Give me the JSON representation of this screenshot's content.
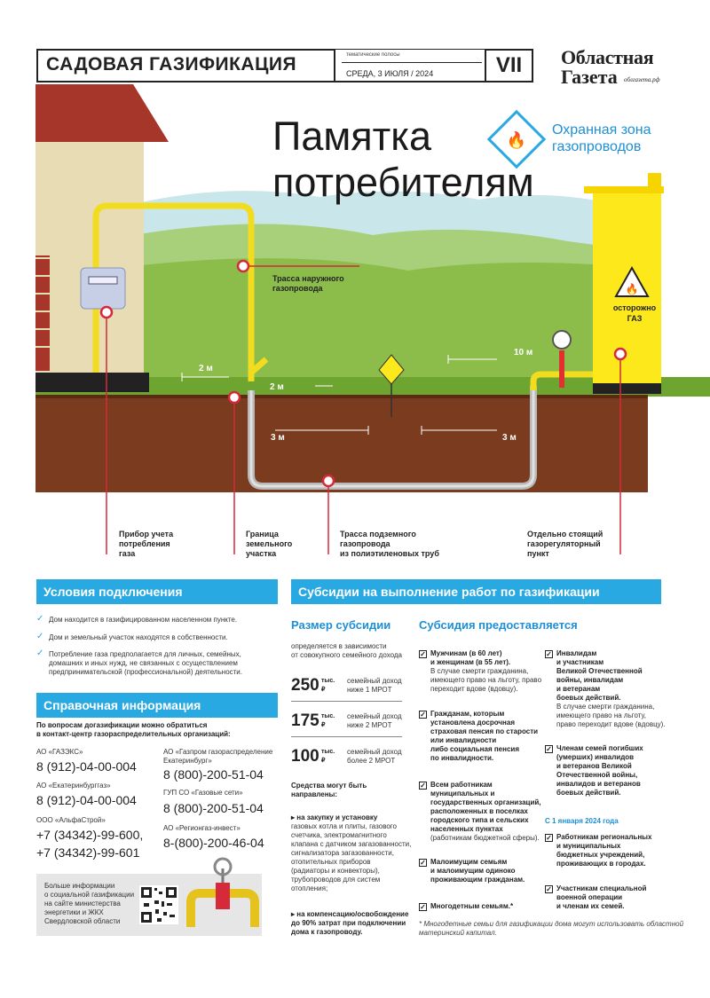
{
  "header": {
    "section_title": "САДОВАЯ ГАЗИФИКАЦИЯ",
    "rubric": "тематические полосы",
    "date": "СРЕДА, 3 ИЮЛЯ / 2024",
    "page_number": "VII",
    "logo_line1": "Областная",
    "logo_line2": "Газета",
    "logo_site": "облгазета.рф"
  },
  "illustration": {
    "title_line1": "Памятка",
    "title_line2": "потребителям",
    "zone_line1": "Охранная зона",
    "zone_line2": "газопроводов",
    "caution_line1": "осторожно",
    "caution_line2": "ГАЗ",
    "distances": {
      "d1": "2 м",
      "d2": "2 м",
      "d3": "3 м",
      "d4": "3 м",
      "d5": "10 м"
    },
    "labels": {
      "outer_route_1": "Трасса наружного",
      "outer_route_2": "газопровода",
      "meter_1": "Прибор учета",
      "meter_2": "потребления",
      "meter_3": "газа",
      "border_1": "Граница",
      "border_2": "земельного",
      "border_3": "участка",
      "under_1": "Трасса подземного",
      "under_2": "газопровода",
      "under_3": "из полиэтиленовых труб",
      "station_1": "Отдельно стоящий",
      "station_2": "газорегуляторный",
      "station_3": "пункт"
    },
    "colors": {
      "pipe": "#f2dc1f",
      "house": "#e8dcb5",
      "roof": "#a6352a",
      "soil": "#7a3b1f",
      "grass": "#6ea531",
      "accent": "#29a9e1"
    }
  },
  "conditions": {
    "title": "Условия подключения",
    "items": [
      "Дом находится в газифицированном населенном пункте.",
      "Дом и земельный участок находятся в собственности.",
      "Потребление газа предполагается для личных, семейных, домашних и иных нужд, не связанных с осуществлением предпринимательской (профессиональной) деятельности."
    ]
  },
  "reference": {
    "title": "Справочная информация",
    "intro_1": "По вопросам догазификации можно обратиться",
    "intro_2": "в контакт-центр газораспределительных организаций:",
    "orgs": [
      {
        "name": "АО «ГАЗЭКС»",
        "phone": "8 (912)-04-00-004"
      },
      {
        "name": "АО «Екатеринбурггаз»",
        "phone": "8 (912)-04-00-004"
      },
      {
        "name": "ООО «АльфаСтрой»",
        "phone": "+7 (34342)-99-600,",
        "phone2": "+7 (34342)-99-601"
      },
      {
        "name": "АО «Газпром газораспределение",
        "name2": "Екатеринбург»",
        "phone": "8 (800)-200-51-04"
      },
      {
        "name": "ГУП СО «Газовые сети»",
        "phone": "8 (800)-200-51-04"
      },
      {
        "name": "АО «Регионгаз-инвест»",
        "phone": "8-(800)-200-46-04"
      }
    ],
    "qr_text": [
      "Больше информации",
      "о социальной газификации",
      "на сайте министерства",
      "энергетики и ЖКХ",
      "Свердловской области"
    ]
  },
  "subsidies": {
    "title": "Субсидии на выполнение работ по газификации",
    "size_title": "Размер субсидии",
    "size_intro_1": "определяется в зависимости",
    "size_intro_2": "от совокупного семейного дохода",
    "tiers": [
      {
        "amount": "250",
        "unit": "тыс.",
        "currency": "₽",
        "desc_1": "семейный доход",
        "desc_2": "ниже 1 МРОТ"
      },
      {
        "amount": "175",
        "unit": "тыс.",
        "currency": "₽",
        "desc_1": "семейный доход",
        "desc_2": "ниже 2 МРОТ"
      },
      {
        "amount": "100",
        "unit": "тыс.",
        "currency": "₽",
        "desc_1": "семейный доход",
        "desc_2": "более 2 МРОТ"
      }
    ],
    "directed_1": "Средства могут быть",
    "directed_2": "направлены:",
    "use_1": [
      "▸ на закупку и установку",
      "газовых котла и плиты, газового",
      "счетчика, электромагнитного",
      "клапана с датчиком загазованности,",
      "сигнализатора загазованности,",
      "отопительных приборов",
      "(радиаторы и конвекторы),",
      "трубопроводов для систем",
      "отопления;"
    ],
    "use_2": [
      "▸ на компенсацию/освобождение",
      "до 90% затрат при подключении",
      "дома к газопроводу."
    ],
    "provided_title": "Субсидия предоставляется",
    "left_col": [
      {
        "bold": [
          "Мужчинам (в 60 лет)",
          "и женщинам (в 55 лет)."
        ],
        "normal": [
          "В случае смерти гражданина,",
          "имеющего право на льготу, право",
          "переходит вдове (вдовцу)."
        ]
      },
      {
        "bold": [
          "Гражданам, которым",
          "установлена досрочная",
          "страховая пенсия по старости",
          "или инвалидности",
          "либо социальная пенсия",
          "по инвалидности."
        ],
        "normal": []
      },
      {
        "bold": [
          "Всем работникам",
          "муниципальных и",
          "государственных организаций,",
          "расположенных в поселках",
          "городского типа и сельских",
          "населенных пунктах"
        ],
        "normal": [
          "(работникам бюджетной сферы)."
        ]
      },
      {
        "bold": [
          "Малоимущим семьям",
          "и малоимущим одиноко",
          "проживающим гражданам."
        ],
        "normal": []
      },
      {
        "bold": [
          "Многодетным семьям.*"
        ],
        "normal": []
      }
    ],
    "right_col": [
      {
        "bold": [
          "Инвалидам",
          "и участникам",
          "Великой Отечественной",
          "войны, инвалидам",
          "и ветеранам",
          "боевых действий."
        ],
        "normal": [
          "В случае смерти гражданина,",
          "имеющего право на льготу,",
          "право переходит вдове (вдовцу)."
        ]
      },
      {
        "bold": [
          "Членам семей погибших",
          "(умерших) инвалидов",
          "и ветеранов Великой",
          "Отечественной войны,",
          "инвалидов и ветеранов",
          "боевых действий."
        ],
        "normal": []
      }
    ],
    "since_label": "С 1 января 2024 года",
    "right_col_2": [
      {
        "bold": [
          "Работникам региональных",
          "и муниципальных",
          "бюджетных учреждений,",
          "проживающих в городах."
        ]
      },
      {
        "bold": [
          "Участникам специальной",
          "военной операции",
          "и членам их семей."
        ]
      }
    ],
    "footnote_1": "* Многодетные семьи для газификации дома могут использовать областной",
    "footnote_2": "материнский капитал."
  }
}
